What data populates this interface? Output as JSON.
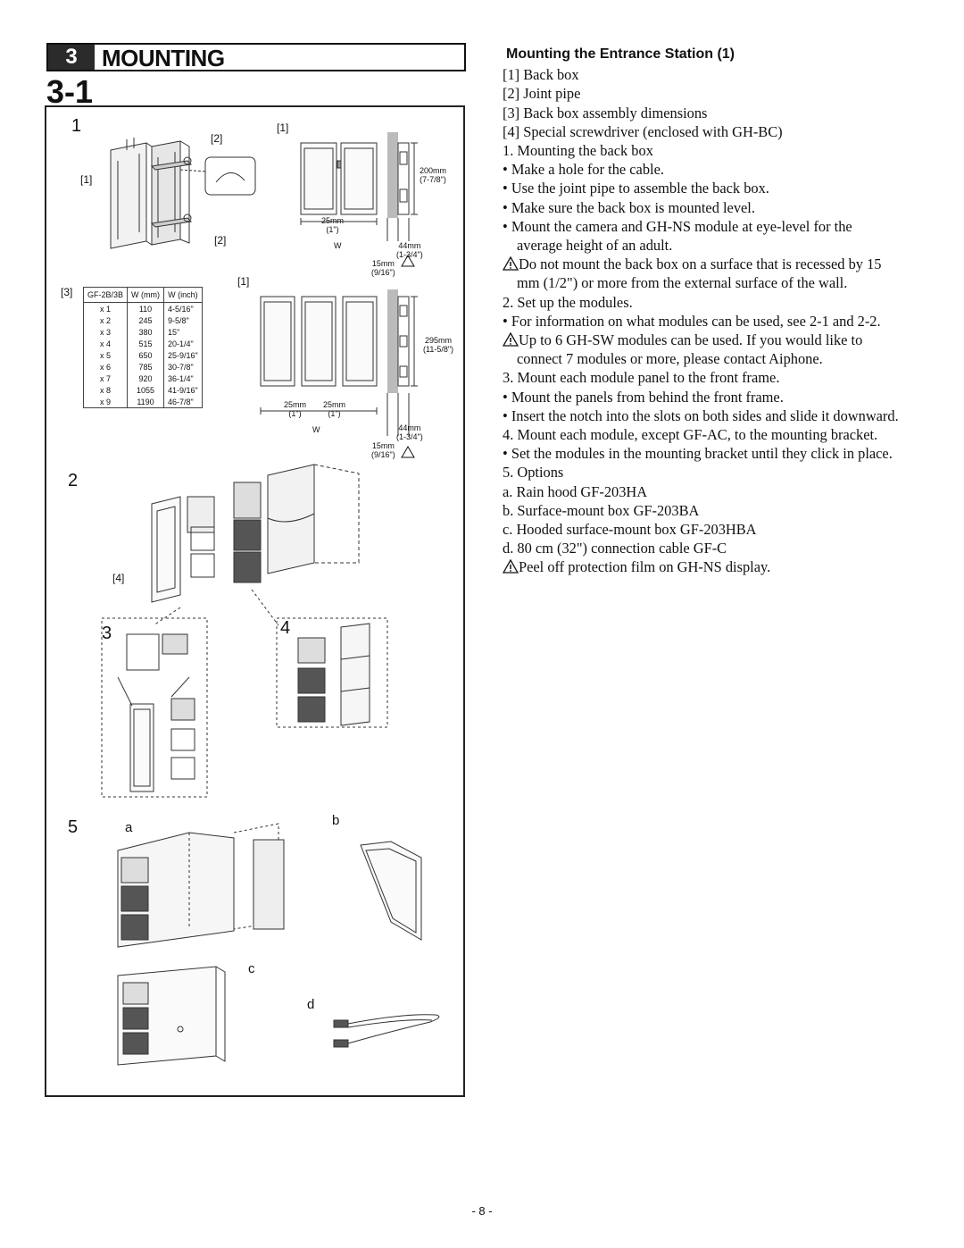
{
  "header": {
    "number": "3",
    "title": "MOUNTING"
  },
  "section": "3-1",
  "figure": {
    "steps": {
      "s1": "1",
      "s2": "2",
      "s3": "3",
      "s4": "4",
      "s5": "5"
    },
    "labels": {
      "l1": "[1]",
      "l2": "[2]",
      "l3": "[3]",
      "l4": "[4]",
      "a": "a",
      "b": "b",
      "c": "c",
      "d": "d"
    },
    "dims": {
      "d200": "200mm",
      "d200in": "(7-7/8\")",
      "d25": "25mm",
      "d25in": "(1\")",
      "w": "W",
      "d44": "44mm",
      "d44in": "(1-3/4\")",
      "d15": "15mm",
      "d15in": "(9/16\")",
      "d295": "295mm",
      "d295in": "(11-5/8\")"
    },
    "table": {
      "headers": [
        "GF-2B/3B",
        "W (mm)",
        "W (inch)"
      ],
      "rows": [
        [
          "x 1",
          "110",
          "4-5/16\""
        ],
        [
          "x 2",
          "245",
          "9-5/8\""
        ],
        [
          "x 3",
          "380",
          "15\""
        ],
        [
          "x 4",
          "515",
          "20-1/4\""
        ],
        [
          "x 5",
          "650",
          "25-9/16\""
        ],
        [
          "x 6",
          "785",
          "30-7/8\""
        ],
        [
          "x 7",
          "920",
          "36-1/4\""
        ],
        [
          "x 8",
          "1055",
          "41-9/16\""
        ],
        [
          "x 9",
          "1190",
          "46-7/8\""
        ]
      ]
    }
  },
  "instructions": {
    "title": "Mounting the Entrance Station (1)",
    "lines": [
      {
        "text": "[1]  Back box",
        "indent": false,
        "warn": false
      },
      {
        "text": "[2]  Joint pipe",
        "indent": false,
        "warn": false
      },
      {
        "text": "[3]  Back box assembly dimensions",
        "indent": false,
        "warn": false
      },
      {
        "text": "[4]  Special screwdriver (enclosed with GH-BC)",
        "indent": false,
        "warn": false
      },
      {
        "text": "1. Mounting the back box",
        "indent": false,
        "warn": false
      },
      {
        "text": "•  Make a hole for the cable.",
        "indent": false,
        "warn": false
      },
      {
        "text": "•  Use the joint pipe to assemble the back box.",
        "indent": false,
        "warn": false
      },
      {
        "text": "•  Make sure the back box is mounted level.",
        "indent": false,
        "warn": false
      },
      {
        "text": "•  Mount the camera and GH-NS module at eye-level for the",
        "indent": false,
        "warn": false
      },
      {
        "text": "average height of an adult.",
        "indent": true,
        "warn": false
      },
      {
        "text": "Do not mount the back box on a surface that is recessed by 15",
        "indent": false,
        "warn": true
      },
      {
        "text": "mm (1/2\") or more from the external surface of the wall.",
        "indent": true,
        "warn": false
      },
      {
        "text": "2. Set up the modules.",
        "indent": false,
        "warn": false
      },
      {
        "text": "•  For information on what modules can be used, see 2-1 and 2-2.",
        "indent": false,
        "warn": false
      },
      {
        "text": "Up to 6 GH-SW modules can be used. If you would like to",
        "indent": false,
        "warn": true
      },
      {
        "text": "connect 7 modules or more, please contact Aiphone.",
        "indent": true,
        "warn": false
      },
      {
        "text": "3. Mount each module panel to the front frame.",
        "indent": false,
        "warn": false
      },
      {
        "text": "•  Mount the panels from behind the front frame.",
        "indent": false,
        "warn": false
      },
      {
        "text": "•  Insert the notch into the slots on both sides and slide it downward.",
        "indent": false,
        "warn": false
      },
      {
        "text": "4. Mount each module, except GF-AC, to the mounting bracket.",
        "indent": false,
        "warn": false
      },
      {
        "text": "•  Set the modules in the mounting bracket until they click in place.",
        "indent": false,
        "warn": false
      },
      {
        "text": "5. Options",
        "indent": false,
        "warn": false
      },
      {
        "text": "a. Rain hood GF-203HA",
        "indent": false,
        "warn": false
      },
      {
        "text": "b. Surface-mount box GF-203BA",
        "indent": false,
        "warn": false
      },
      {
        "text": "c. Hooded surface-mount box GF-203HBA",
        "indent": false,
        "warn": false
      },
      {
        "text": "d. 80 cm (32\") connection cable GF-C",
        "indent": false,
        "warn": false
      },
      {
        "text": "Peel off protection film on GH-NS display.",
        "indent": false,
        "warn": true
      }
    ]
  },
  "page_number": "- 8 -"
}
